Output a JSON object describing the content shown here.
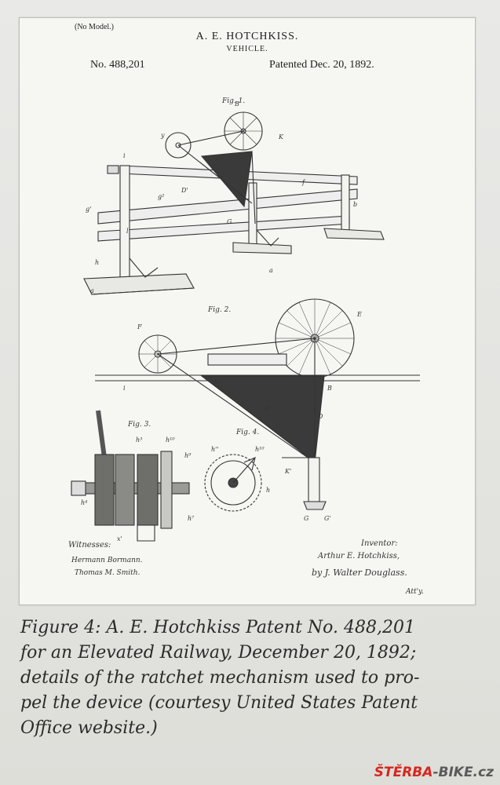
{
  "patent": {
    "no_model": "(No Model.)",
    "inventor_name": "A. E. HOTCHKISS.",
    "title": "VEHICLE.",
    "number": "No. 488,201",
    "date": "Patented Dec. 20, 1892."
  },
  "figures": {
    "fig1": "Fig. 1.",
    "fig2": "Fig. 2.",
    "fig3": "Fig. 3.",
    "fig4": "Fig. 4."
  },
  "signatures": {
    "witnesses_label": "Witnesses:",
    "witness_1": "Hermann Bormann.",
    "witness_2": "Thomas M. Smith.",
    "inventor_label": "Inventor:",
    "inventor": "Arthur E. Hotchkiss,",
    "by": "by J. Walter Douglass.",
    "attorney": "Att'y."
  },
  "caption": {
    "lines": [
      "Figure 4: A. E. Hotchkiss Patent No. 488,201",
      "for an Elevated Railway, December 20, 1892;",
      "details of the ratchet mechanism used to pro-",
      "pel the device (courtesy United States Patent",
      "Office website.)"
    ]
  },
  "watermark": {
    "brand": "ŠTĚRBA",
    "suffix": "-BIKE.cz",
    "brand_color": "#d7261e"
  }
}
